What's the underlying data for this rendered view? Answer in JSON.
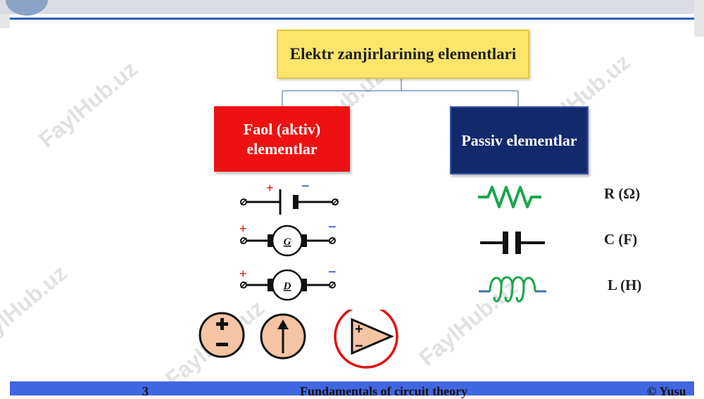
{
  "slide": {
    "title": "Elektr zanjirlarining elementlari",
    "active_title": "Faol (aktiv) elementlar",
    "passive_title": "Passiv elementlar",
    "passive_labels": [
      "R (Ω)",
      "C (F)",
      "L (H)"
    ],
    "symbols": {
      "plus": "+",
      "minus": "−",
      "generator": "G",
      "motor": "D"
    },
    "footer": {
      "page_number": "3",
      "course": "Fundamentals of circuit theory",
      "author": "© Yusu"
    },
    "watermark": "FaylHub.uz"
  },
  "colors": {
    "title_bg": "#fbe56b",
    "active_bg": "#ee1111",
    "passive_bg": "#12296b",
    "resistor": "#1aa64a",
    "inductor": "#1aa64a",
    "source_fill": "#f4c4a4",
    "footer_bg": "#3f67e0"
  }
}
